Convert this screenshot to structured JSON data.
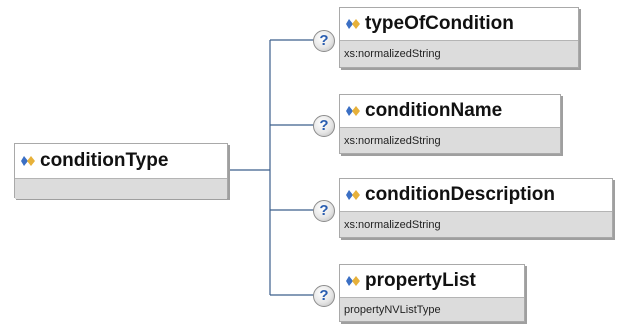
{
  "root": {
    "name": "conditionType"
  },
  "children": [
    {
      "name": "typeOfCondition",
      "type": "xs:normalizedString"
    },
    {
      "name": "conditionName",
      "type": "xs:normalizedString"
    },
    {
      "name": "conditionDescription",
      "type": "xs:normalizedString"
    },
    {
      "name": "propertyList",
      "type": "propertyNVListType"
    }
  ],
  "connector_symbol": "?",
  "colors": {
    "wire": "#3c5f8c",
    "type_bar": "#dcdcdc",
    "icon_blue": "#3b6fc4",
    "icon_gold": "#e7b13a",
    "help_glyph": "#2a5db0"
  },
  "icons": {
    "element": "element-diamond-icon",
    "help": "question-mark-icon"
  }
}
